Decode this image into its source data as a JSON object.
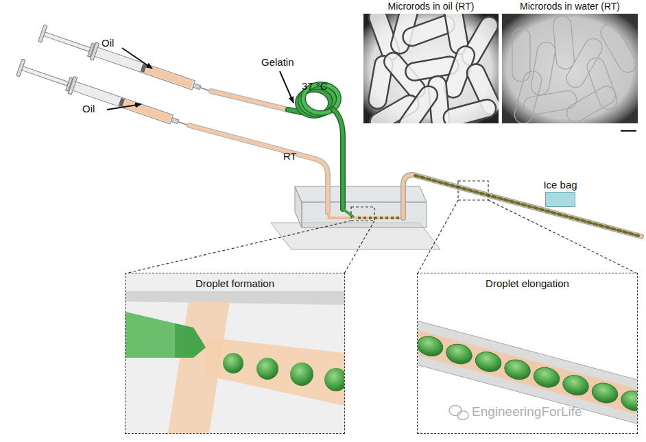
{
  "diagram": {
    "nodes": [
      {
        "text": [
          "Microrods in oil (RT)"
        ]
      },
      {
        "text": [
          "Microrods in water (RT)"
        ]
      },
      {
        "text": [
          "Ice bag"
        ]
      },
      {
        "text": [
          "Droplet formation"
        ]
      },
      {
        "text": [
          "Droplet elongation"
        ]
      }
    ],
    "labels": [
      "Oil",
      "Oil",
      "Gelatin",
      "37 °C",
      "RT",
      "EngineeringForLife"
    ]
  }
}
